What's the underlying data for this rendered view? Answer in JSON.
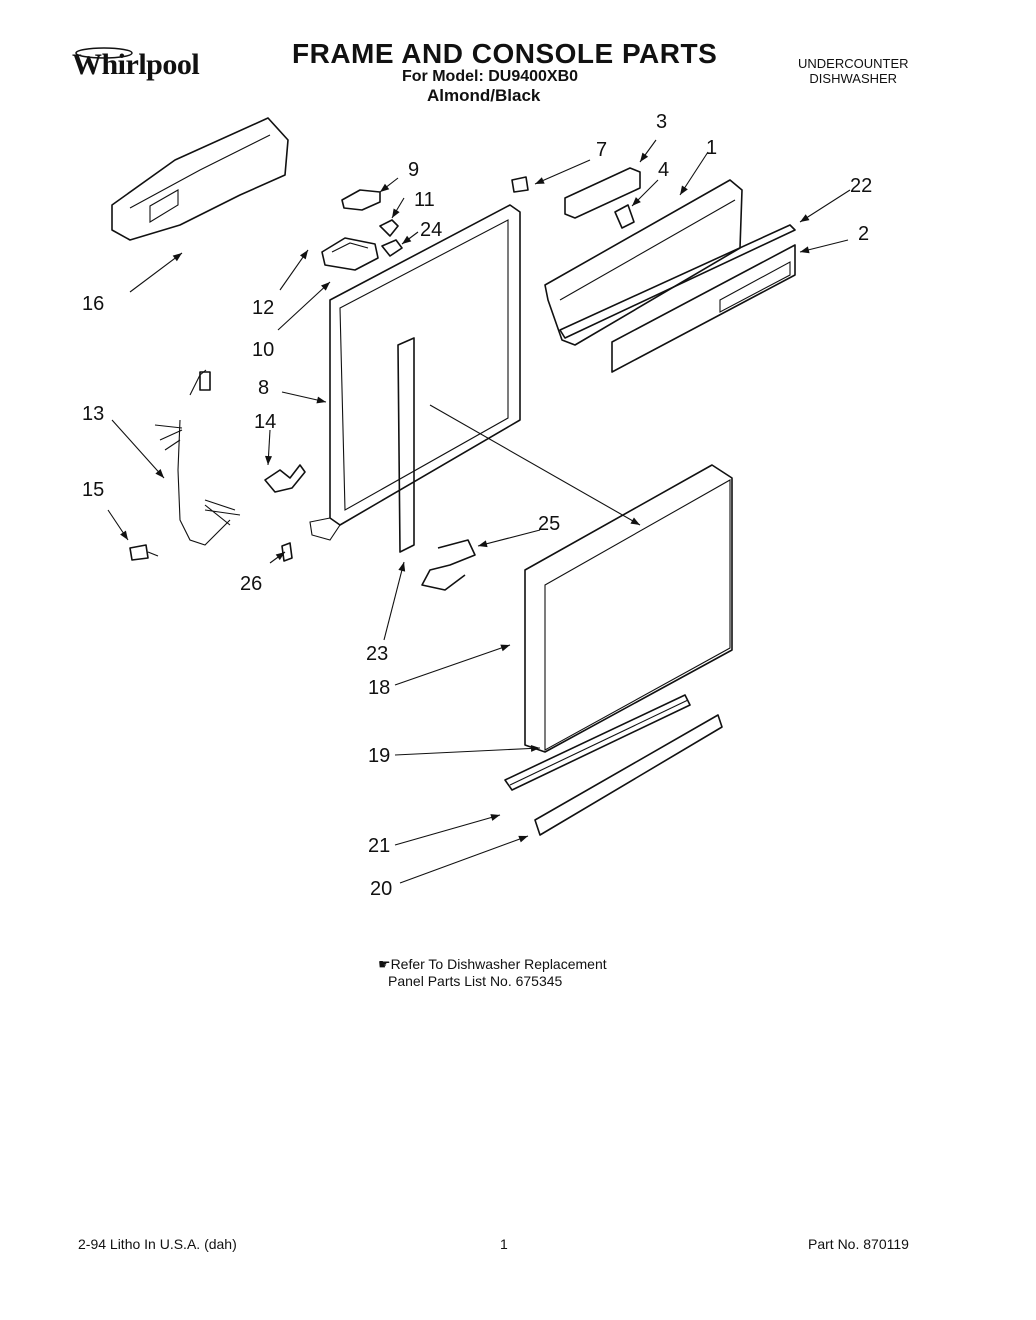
{
  "header": {
    "brand": "Whirlpool",
    "title": "FRAME AND CONSOLE PARTS",
    "model_line": "For Model: DU9400XB0",
    "color_line": "Almond/Black",
    "appliance_line1": "UNDERCOUNTER",
    "appliance_line2": "DISHWASHER"
  },
  "callouts": [
    "1",
    "2",
    "3",
    "4",
    "7",
    "8",
    "9",
    "10",
    "11",
    "12",
    "13",
    "14",
    "15",
    "16",
    "18",
    "19",
    "20",
    "21",
    "22",
    "23",
    "24",
    "25",
    "26"
  ],
  "note": {
    "line1": "Refer To Dishwasher Replacement",
    "line2": "Panel Parts List No. 675345",
    "marker": "hand-pointer-icon"
  },
  "footer": {
    "left": "2-94 Litho In U.S.A. (dah)",
    "center": "1",
    "right": "Part No. 870119"
  }
}
